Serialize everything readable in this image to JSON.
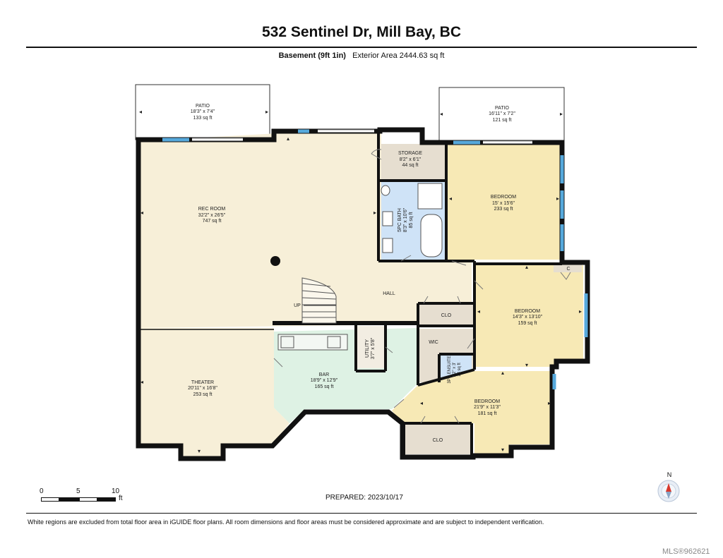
{
  "header": {
    "address": "532 Sentinel Dr, Mill Bay, BC",
    "floor_label": "Basement (9ft 1in)",
    "exterior_area": "Exterior Area 2444.63 sq ft"
  },
  "rooms": {
    "patio_left": {
      "name": "PATIO",
      "dims": "18'3\" x 7'4\"",
      "area": "133 sq ft"
    },
    "patio_right": {
      "name": "PATIO",
      "dims": "16'11\" x 7'2\"",
      "area": "121 sq ft"
    },
    "storage": {
      "name": "STORAGE",
      "dims": "8'2\" x 6'1\"",
      "area": "44 sq ft"
    },
    "rec_room": {
      "name": "REC ROOM",
      "dims": "32'2\" x 26'5\"",
      "area": "747 sq ft"
    },
    "bath": {
      "name": "5PC BATH",
      "dims": "8'3\" x 10'6\"",
      "area": "85 sq ft"
    },
    "bedroom_top": {
      "name": "BEDROOM",
      "dims": "15' x 15'6\"",
      "area": "233 sq ft"
    },
    "closet_c": {
      "name": "C"
    },
    "bedroom_mid": {
      "name": "BEDROOM",
      "dims": "14'3\" x 13'10\"",
      "area": "159 sq ft"
    },
    "hall": {
      "name": "HALL"
    },
    "up": {
      "name": "UP"
    },
    "clo_mid": {
      "name": "CLO"
    },
    "wic": {
      "name": "WIC"
    },
    "ensuite": {
      "name": "3PC ENSUITE",
      "dims": "5'2\" x 3'",
      "area": "13 sq ft"
    },
    "utility": {
      "name": "UTILITY",
      "dims": "3'7\" x 5'8\""
    },
    "bar": {
      "name": "BAR",
      "dims": "18'9\" x 12'9\"",
      "area": "165 sq ft"
    },
    "theater": {
      "name": "THEATER",
      "dims": "20'11\" x 16'8\"",
      "area": "253 sq ft"
    },
    "bedroom_bottom": {
      "name": "BEDROOM",
      "dims": "21'9\" x 11'3\"",
      "area": "181 sq ft"
    },
    "clo_bottom": {
      "name": "CLO"
    }
  },
  "scale": {
    "ticks": [
      "0",
      "5",
      "10"
    ],
    "unit": "ft"
  },
  "compass": {
    "label": "N"
  },
  "prepared": "PREPARED: 2023/10/17",
  "disclaimer": "White regions are excluded from total floor area in iGUIDE floor plans. All room dimensions and floor areas must be considered approximate and are subject to independent verification.",
  "mls": "MLS®962621",
  "colors": {
    "rec_room": "#f7efd8",
    "storage": "#e6ded0",
    "bath": "#cfe3f7",
    "bedroom": "#f7e9b5",
    "wic": "#e6ded0",
    "bar": "#def2e4",
    "wall": "#111111",
    "window": "#56a9dc"
  }
}
